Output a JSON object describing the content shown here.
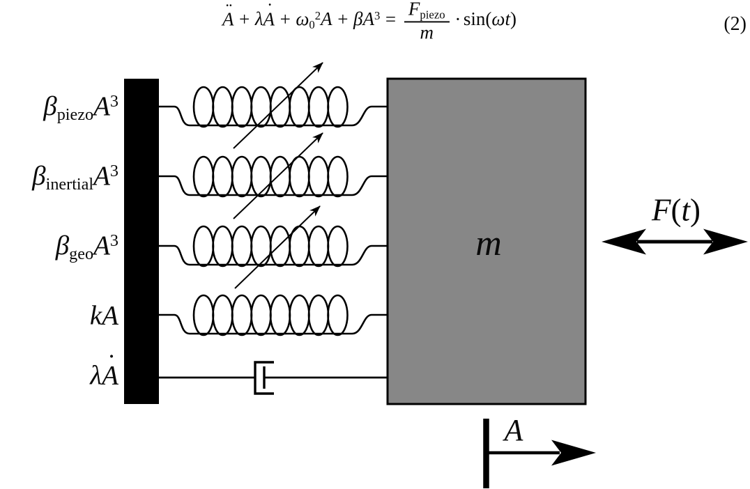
{
  "figure": {
    "equation": {
      "number": "(2)",
      "tokens": [
        {
          "t": "A",
          "accent": "¨"
        },
        {
          "t": "+",
          "rm": true,
          "op": true
        },
        {
          "t": "λ"
        },
        {
          "t": "A",
          "accent": "˙"
        },
        {
          "t": "+",
          "rm": true,
          "op": true
        },
        {
          "t": "ω"
        },
        {
          "t": "0",
          "script": "sub",
          "rm": true
        },
        {
          "t": "2",
          "script": "sup",
          "rm": true
        },
        {
          "t": "A"
        },
        {
          "t": "+",
          "rm": true,
          "op": true
        },
        {
          "t": "β"
        },
        {
          "t": "A"
        },
        {
          "t": "3",
          "script": "sup",
          "rm": true
        },
        {
          "t": "=",
          "rm": true,
          "op": true
        },
        {
          "frac": {
            "num": [
              {
                "t": "F"
              },
              {
                "t": "piezo",
                "script": "sub",
                "rm": true
              }
            ],
            "den": [
              {
                "t": "m"
              }
            ]
          }
        },
        {
          "t": "·",
          "rm": true,
          "thin": true
        },
        {
          "t": "sin",
          "rm": true
        },
        {
          "t": "(",
          "rm": true
        },
        {
          "t": "ω"
        },
        {
          "t": "t"
        },
        {
          "t": ")",
          "rm": true
        }
      ]
    },
    "labels": {
      "springs": [
        {
          "id": "beta-piezo",
          "tokens": [
            {
              "t": "β"
            },
            {
              "t": "piezo",
              "script": "sub",
              "rm": true
            },
            {
              "t": "A"
            },
            {
              "t": "3",
              "script": "sup",
              "rm": true
            }
          ]
        },
        {
          "id": "beta-inertial",
          "tokens": [
            {
              "t": "β"
            },
            {
              "t": "inertial",
              "script": "sub",
              "rm": true
            },
            {
              "t": "A"
            },
            {
              "t": "3",
              "script": "sup",
              "rm": true
            }
          ]
        },
        {
          "id": "beta-geo",
          "tokens": [
            {
              "t": "β"
            },
            {
              "t": "geo",
              "script": "sub",
              "rm": true
            },
            {
              "t": "A"
            },
            {
              "t": "3",
              "script": "sup",
              "rm": true
            }
          ]
        },
        {
          "id": "k-linear",
          "tokens": [
            {
              "t": "k"
            },
            {
              "t": "A"
            }
          ]
        },
        {
          "id": "lambda-damping",
          "tokens": [
            {
              "t": "λ"
            },
            {
              "t": "A",
              "accent": "˙"
            }
          ]
        }
      ],
      "mass": {
        "tokens": [
          {
            "t": "m"
          }
        ]
      },
      "force": {
        "tokens": [
          {
            "t": "F"
          },
          {
            "t": "(",
            "rm": true
          },
          {
            "t": "t"
          },
          {
            "t": ")",
            "rm": true
          }
        ]
      },
      "displacement": {
        "tokens": [
          {
            "t": "A"
          }
        ]
      }
    },
    "colors": {
      "ink": "#000000",
      "mass_fill": "#878787",
      "background": "#ffffff"
    }
  }
}
